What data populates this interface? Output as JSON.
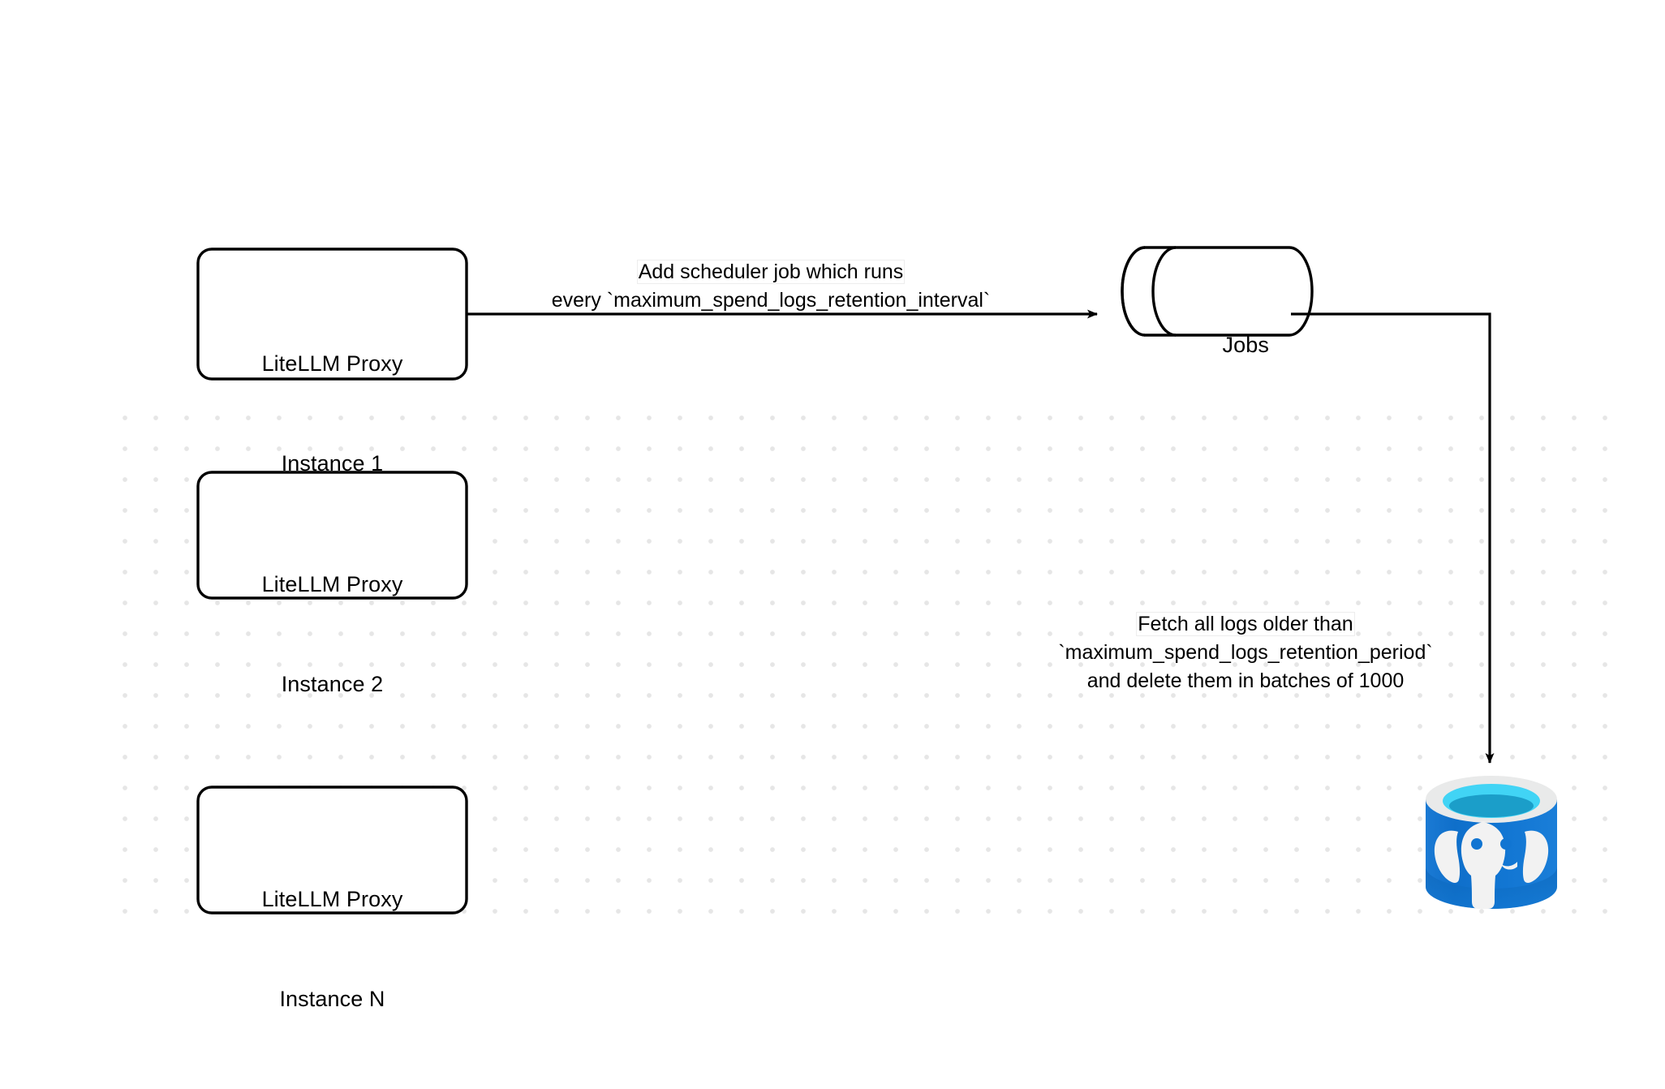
{
  "diagram": {
    "title": "LiteLLM Proxy spend logs retention scheduler flow",
    "background_color": "#ffffff",
    "grid_dot_color": "#e6e6e6",
    "stroke_color": "#000000"
  },
  "nodes": {
    "proxy_instances": [
      {
        "id": "instance-1",
        "line1": "LiteLLM Proxy",
        "line2": "Instance 1"
      },
      {
        "id": "instance-2",
        "line1": "LiteLLM Proxy",
        "line2": "Instance 2"
      },
      {
        "id": "instance-n",
        "line1": "LiteLLM Proxy",
        "line2": "Instance N"
      }
    ],
    "jobs_store": {
      "id": "jobs",
      "label": "Jobs",
      "shape": "cylinder-horizontal"
    },
    "database": {
      "id": "postgres-database",
      "shape": "postgresql-cylinder",
      "colors": {
        "body": "#1175d2",
        "body_dark": "#0d66b8",
        "rim": "#e9eaea",
        "liquid_top": "#41d4f5",
        "liquid_inner": "#1899c4",
        "elephant": "#f2f2f2"
      }
    }
  },
  "edges": [
    {
      "id": "scheduler-edge",
      "from": "instance-1",
      "to": "jobs",
      "label_lines": [
        "Add scheduler job which runs",
        "every `maximum_spend_logs_retention_interval`"
      ],
      "highlight_line_index": 0
    },
    {
      "id": "cleanup-edge",
      "from": "jobs",
      "to": "postgres-database",
      "label_lines": [
        "Fetch all logs older than",
        "`maximum_spend_logs_retention_period`",
        "and delete them in batches of 1000"
      ],
      "highlight_line_index": 0
    }
  ]
}
